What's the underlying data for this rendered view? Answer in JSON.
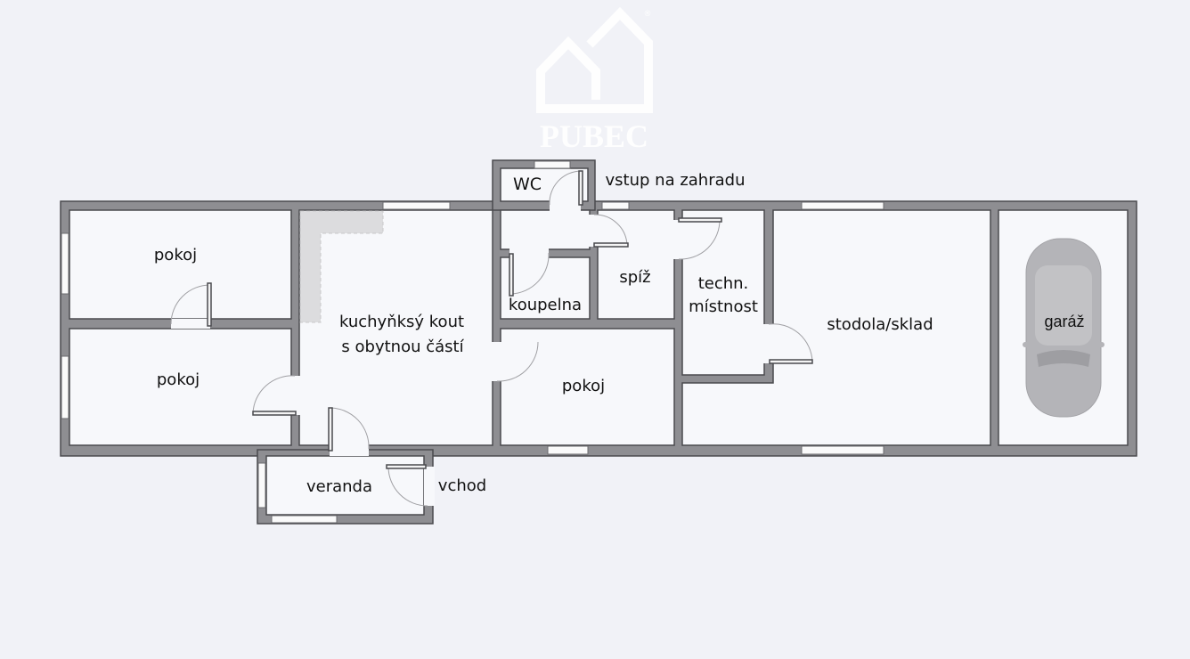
{
  "logo": {
    "text": "PUBEC",
    "mark": "®"
  },
  "rooms": {
    "pokoj_top": "pokoj",
    "pokoj_left": "pokoj",
    "kitchen_line1": "kuchyňksý kout",
    "kitchen_line2": "s obytnou částí",
    "wc": "WC",
    "garden_entry": "vstup na zahradu",
    "bathroom": "koupelna",
    "pantry": "spíž",
    "tech_line1": "techn.",
    "tech_line2": "místnost",
    "barn": "stodola/sklad",
    "garage": "garáž",
    "pokoj_middle": "pokoj",
    "veranda": "veranda",
    "entrance": "vchod"
  },
  "colors": {
    "background": "#f1f2f7",
    "wall": "#8e8e92",
    "floor": "#f7f8fb"
  }
}
